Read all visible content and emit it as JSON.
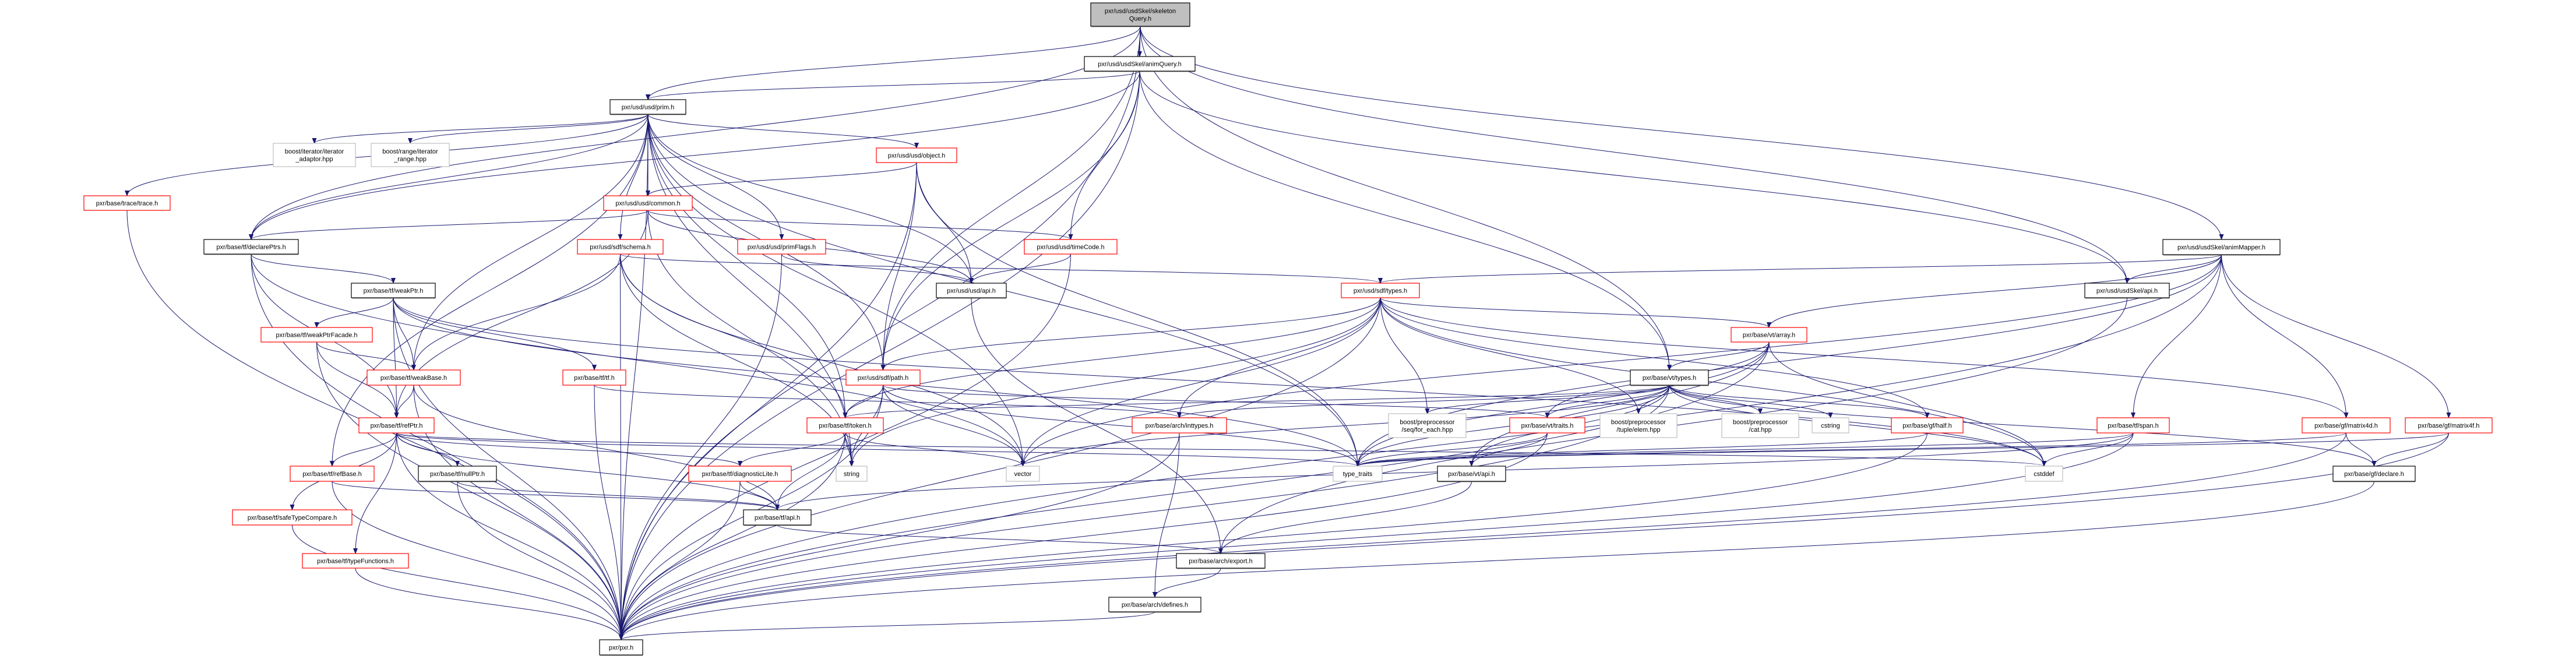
{
  "graph": {
    "title": "pxr/usd/usdSkel/skeletonQuery.h",
    "colors": {
      "edge": "#191970",
      "root_fill": "#bfbfbf",
      "documented_border": "#000000",
      "undocumented_border": "#ff0000",
      "external_border": "#bfbfbf"
    },
    "nodes": [
      {
        "id": "skeletonQuery",
        "lines": [
          "pxr/usd/usdSkel/skeleton",
          "Query.h"
        ],
        "kind": "root"
      },
      {
        "id": "animQuery",
        "lines": [
          "pxr/usd/usdSkel/animQuery.h"
        ],
        "kind": "doc"
      },
      {
        "id": "prim",
        "lines": [
          "pxr/usd/usd/prim.h"
        ],
        "kind": "doc"
      },
      {
        "id": "iterAdaptor",
        "lines": [
          "boost/iterator/iterator",
          "_adaptor.hpp"
        ],
        "kind": "ext"
      },
      {
        "id": "iterRange",
        "lines": [
          "boost/range/iterator",
          "_range.hpp"
        ],
        "kind": "ext"
      },
      {
        "id": "object",
        "lines": [
          "pxr/usd/usd/object.h"
        ],
        "kind": "red"
      },
      {
        "id": "trace",
        "lines": [
          "pxr/base/trace/trace.h"
        ],
        "kind": "red"
      },
      {
        "id": "common",
        "lines": [
          "pxr/usd/usd/common.h"
        ],
        "kind": "red"
      },
      {
        "id": "declarePtrs",
        "lines": [
          "pxr/base/tf/declarePtrs.h"
        ],
        "kind": "doc"
      },
      {
        "id": "schema",
        "lines": [
          "pxr/usd/sdf/schema.h"
        ],
        "kind": "red"
      },
      {
        "id": "primFlags",
        "lines": [
          "pxr/usd/usd/primFlags.h"
        ],
        "kind": "red"
      },
      {
        "id": "timeCode",
        "lines": [
          "pxr/usd/usd/timeCode.h"
        ],
        "kind": "red"
      },
      {
        "id": "usdApi",
        "lines": [
          "pxr/usd/usd/api.h"
        ],
        "kind": "doc"
      },
      {
        "id": "weakPtr",
        "lines": [
          "pxr/base/tf/weakPtr.h"
        ],
        "kind": "doc"
      },
      {
        "id": "sdfTypes",
        "lines": [
          "pxr/usd/sdf/types.h"
        ],
        "kind": "red"
      },
      {
        "id": "animMapper",
        "lines": [
          "pxr/usd/usdSkel/animMapper.h"
        ],
        "kind": "doc"
      },
      {
        "id": "skelApi",
        "lines": [
          "pxr/usd/usdSkel/api.h"
        ],
        "kind": "doc"
      },
      {
        "id": "weakPtrFacade",
        "lines": [
          "pxr/base/tf/weakPtrFacade.h"
        ],
        "kind": "red"
      },
      {
        "id": "vtArray",
        "lines": [
          "pxr/base/vt/array.h"
        ],
        "kind": "red"
      },
      {
        "id": "weakBase",
        "lines": [
          "pxr/base/tf/weakBase.h"
        ],
        "kind": "red"
      },
      {
        "id": "tfh",
        "lines": [
          "pxr/base/tf/tf.h"
        ],
        "kind": "red"
      },
      {
        "id": "sdfPath",
        "lines": [
          "pxr/usd/sdf/path.h"
        ],
        "kind": "red"
      },
      {
        "id": "vtTypes",
        "lines": [
          "pxr/base/vt/types.h"
        ],
        "kind": "doc"
      },
      {
        "id": "refPtr",
        "lines": [
          "pxr/base/tf/refPtr.h"
        ],
        "kind": "red"
      },
      {
        "id": "token",
        "lines": [
          "pxr/base/tf/token.h"
        ],
        "kind": "red"
      },
      {
        "id": "inttypes",
        "lines": [
          "pxr/base/arch/inttypes.h"
        ],
        "kind": "red"
      },
      {
        "id": "forEach",
        "lines": [
          "boost/preprocessor",
          "/seq/for_each.hpp"
        ],
        "kind": "ext"
      },
      {
        "id": "vtTraits",
        "lines": [
          "pxr/base/vt/traits.h"
        ],
        "kind": "red"
      },
      {
        "id": "tupleElem",
        "lines": [
          "boost/preprocessor",
          "/tuple/elem.hpp"
        ],
        "kind": "ext"
      },
      {
        "id": "catHpp",
        "lines": [
          "boost/preprocessor",
          "/cat.hpp"
        ],
        "kind": "ext"
      },
      {
        "id": "cstring",
        "lines": [
          "cstring"
        ],
        "kind": "ext"
      },
      {
        "id": "half",
        "lines": [
          "pxr/base/gf/half.h"
        ],
        "kind": "red"
      },
      {
        "id": "span",
        "lines": [
          "pxr/base/tf/span.h"
        ],
        "kind": "red"
      },
      {
        "id": "matrix4d",
        "lines": [
          "pxr/base/gf/matrix4d.h"
        ],
        "kind": "red"
      },
      {
        "id": "matrix4f",
        "lines": [
          "pxr/base/gf/matrix4f.h"
        ],
        "kind": "red"
      },
      {
        "id": "refBase",
        "lines": [
          "pxr/base/tf/refBase.h"
        ],
        "kind": "red"
      },
      {
        "id": "nullPtr",
        "lines": [
          "pxr/base/tf/nullPtr.h"
        ],
        "kind": "doc"
      },
      {
        "id": "diagnosticLite",
        "lines": [
          "pxr/base/tf/diagnosticLite.h"
        ],
        "kind": "red"
      },
      {
        "id": "string",
        "lines": [
          "string"
        ],
        "kind": "ext"
      },
      {
        "id": "vector",
        "lines": [
          "vector"
        ],
        "kind": "ext"
      },
      {
        "id": "typeTraits",
        "lines": [
          "type_traits"
        ],
        "kind": "ext"
      },
      {
        "id": "vtApi",
        "lines": [
          "pxr/base/vt/api.h"
        ],
        "kind": "doc"
      },
      {
        "id": "cstddef",
        "lines": [
          "cstddef"
        ],
        "kind": "ext"
      },
      {
        "id": "gfDeclare",
        "lines": [
          "pxr/base/gf/declare.h"
        ],
        "kind": "doc"
      },
      {
        "id": "safeTypeCompare",
        "lines": [
          "pxr/base/tf/safeTypeCompare.h"
        ],
        "kind": "red"
      },
      {
        "id": "tfApi",
        "lines": [
          "pxr/base/tf/api.h"
        ],
        "kind": "doc"
      },
      {
        "id": "typeFunctions",
        "lines": [
          "pxr/base/tf/typeFunctions.h"
        ],
        "kind": "red"
      },
      {
        "id": "export",
        "lines": [
          "pxr/base/arch/export.h"
        ],
        "kind": "doc"
      },
      {
        "id": "defines",
        "lines": [
          "pxr/base/arch/defines.h"
        ],
        "kind": "doc"
      },
      {
        "id": "pxr",
        "lines": [
          "pxr/pxr.h"
        ],
        "kind": "doc"
      }
    ],
    "edges": [
      [
        "skeletonQuery",
        "animQuery"
      ],
      [
        "skeletonQuery",
        "prim"
      ],
      [
        "skeletonQuery",
        "declarePtrs"
      ],
      [
        "skeletonQuery",
        "pxr"
      ],
      [
        "skeletonQuery",
        "vtTypes"
      ],
      [
        "skeletonQuery",
        "skelApi"
      ],
      [
        "skeletonQuery",
        "animMapper"
      ],
      [
        "skeletonQuery",
        "sdfPath"
      ],
      [
        "animQuery",
        "prim"
      ],
      [
        "animQuery",
        "declarePtrs"
      ],
      [
        "animQuery",
        "timeCode"
      ],
      [
        "animQuery",
        "skelApi"
      ],
      [
        "animQuery",
        "vtTypes"
      ],
      [
        "animQuery",
        "pxr"
      ],
      [
        "animQuery",
        "sdfPath"
      ],
      [
        "prim",
        "iterAdaptor"
      ],
      [
        "prim",
        "iterRange"
      ],
      [
        "prim",
        "object"
      ],
      [
        "prim",
        "trace"
      ],
      [
        "prim",
        "common"
      ],
      [
        "prim",
        "declarePtrs"
      ],
      [
        "prim",
        "schema"
      ],
      [
        "prim",
        "primFlags"
      ],
      [
        "prim",
        "usdApi"
      ],
      [
        "prim",
        "weakBase"
      ],
      [
        "prim",
        "sdfPath"
      ],
      [
        "prim",
        "token"
      ],
      [
        "prim",
        "refBase"
      ],
      [
        "prim",
        "string"
      ],
      [
        "prim",
        "vector"
      ],
      [
        "prim",
        "typeTraits"
      ],
      [
        "prim",
        "pxr"
      ],
      [
        "object",
        "common"
      ],
      [
        "object",
        "usdApi"
      ],
      [
        "object",
        "sdfPath"
      ],
      [
        "object",
        "typeTraits"
      ],
      [
        "object",
        "pxr"
      ],
      [
        "trace",
        "pxr"
      ],
      [
        "common",
        "declarePtrs"
      ],
      [
        "common",
        "timeCode"
      ],
      [
        "common",
        "usdApi"
      ],
      [
        "common",
        "refPtr"
      ],
      [
        "common",
        "string"
      ],
      [
        "declarePtrs",
        "weakPtr"
      ],
      [
        "declarePtrs",
        "refPtr"
      ],
      [
        "declarePtrs",
        "vector"
      ],
      [
        "declarePtrs",
        "pxr"
      ],
      [
        "schema",
        "sdfTypes"
      ],
      [
        "schema",
        "weakBase"
      ],
      [
        "schema",
        "token"
      ],
      [
        "schema",
        "string"
      ],
      [
        "schema",
        "vector"
      ],
      [
        "schema",
        "pxr"
      ],
      [
        "primFlags",
        "usdApi"
      ],
      [
        "primFlags",
        "pxr"
      ],
      [
        "timeCode",
        "usdApi"
      ],
      [
        "timeCode",
        "pxr"
      ],
      [
        "usdApi",
        "export"
      ],
      [
        "weakPtr",
        "weakPtrFacade"
      ],
      [
        "weakPtr",
        "weakBase"
      ],
      [
        "weakPtr",
        "refPtr"
      ],
      [
        "weakPtr",
        "tfh"
      ],
      [
        "weakPtr",
        "cstddef"
      ],
      [
        "weakPtr",
        "typeTraits"
      ],
      [
        "weakPtr",
        "pxr"
      ],
      [
        "weakPtrFacade",
        "weakBase"
      ],
      [
        "weakPtrFacade",
        "refPtr"
      ],
      [
        "weakPtrFacade",
        "pxr"
      ],
      [
        "weakBase",
        "refPtr"
      ],
      [
        "weakBase",
        "tfApi"
      ],
      [
        "weakBase",
        "pxr"
      ],
      [
        "tfh",
        "inttypes"
      ],
      [
        "tfh",
        "pxr"
      ],
      [
        "sdfTypes",
        "vtArray"
      ],
      [
        "sdfTypes",
        "sdfPath"
      ],
      [
        "sdfTypes",
        "token"
      ],
      [
        "sdfTypes",
        "inttypes"
      ],
      [
        "sdfTypes",
        "forEach"
      ],
      [
        "sdfTypes",
        "tupleElem"
      ],
      [
        "sdfTypes",
        "half"
      ],
      [
        "sdfTypes",
        "matrix4d"
      ],
      [
        "sdfTypes",
        "string"
      ],
      [
        "sdfTypes",
        "vector"
      ],
      [
        "sdfTypes",
        "cstddef"
      ],
      [
        "sdfTypes",
        "pxr"
      ],
      [
        "animMapper",
        "skelApi"
      ],
      [
        "animMapper",
        "sdfTypes"
      ],
      [
        "animMapper",
        "vtArray"
      ],
      [
        "animMapper",
        "span"
      ],
      [
        "animMapper",
        "matrix4d"
      ],
      [
        "animMapper",
        "matrix4f"
      ],
      [
        "animMapper",
        "vector"
      ],
      [
        "animMapper",
        "typeTraits"
      ],
      [
        "animMapper",
        "pxr"
      ],
      [
        "skelApi",
        "export"
      ],
      [
        "vtArray",
        "vtTypes"
      ],
      [
        "vtArray",
        "vtTraits"
      ],
      [
        "vtArray",
        "vtApi"
      ],
      [
        "vtArray",
        "cstddef"
      ],
      [
        "vtArray",
        "typeTraits"
      ],
      [
        "vtArray",
        "pxr"
      ],
      [
        "sdfPath",
        "token"
      ],
      [
        "sdfPath",
        "vtTraits"
      ],
      [
        "sdfPath",
        "string"
      ],
      [
        "sdfPath",
        "vector"
      ],
      [
        "sdfPath",
        "typeTraits"
      ],
      [
        "sdfPath",
        "pxr"
      ],
      [
        "vtTypes",
        "token"
      ],
      [
        "vtTypes",
        "inttypes"
      ],
      [
        "vtTypes",
        "forEach"
      ],
      [
        "vtTypes",
        "vtTraits"
      ],
      [
        "vtTypes",
        "tupleElem"
      ],
      [
        "vtTypes",
        "catHpp"
      ],
      [
        "vtTypes",
        "cstring"
      ],
      [
        "vtTypes",
        "half"
      ],
      [
        "vtTypes",
        "gfDeclare"
      ],
      [
        "vtTypes",
        "vtApi"
      ],
      [
        "vtTypes",
        "cstddef"
      ],
      [
        "vtTypes",
        "typeTraits"
      ],
      [
        "vtTypes",
        "vector"
      ],
      [
        "vtTypes",
        "pxr"
      ],
      [
        "refPtr",
        "refBase"
      ],
      [
        "refPtr",
        "nullPtr"
      ],
      [
        "refPtr",
        "diagnosticLite"
      ],
      [
        "refPtr",
        "safeTypeCompare"
      ],
      [
        "refPtr",
        "typeFunctions"
      ],
      [
        "refPtr",
        "tfApi"
      ],
      [
        "refPtr",
        "typeTraits"
      ],
      [
        "refPtr",
        "cstddef"
      ],
      [
        "refPtr",
        "pxr"
      ],
      [
        "token",
        "diagnosticLite"
      ],
      [
        "token",
        "string"
      ],
      [
        "token",
        "vector"
      ],
      [
        "token",
        "tfApi"
      ],
      [
        "token",
        "pxr"
      ],
      [
        "inttypes",
        "defines"
      ],
      [
        "inttypes",
        "pxr"
      ],
      [
        "vtTraits",
        "vtApi"
      ],
      [
        "vtTraits",
        "typeTraits"
      ],
      [
        "vtTraits",
        "pxr"
      ],
      [
        "half",
        "typeTraits"
      ],
      [
        "half",
        "pxr"
      ],
      [
        "span",
        "cstddef"
      ],
      [
        "span",
        "typeTraits"
      ],
      [
        "span",
        "tfApi"
      ],
      [
        "span",
        "pxr"
      ],
      [
        "matrix4d",
        "gfDeclare"
      ],
      [
        "matrix4d",
        "typeTraits"
      ],
      [
        "matrix4d",
        "pxr"
      ],
      [
        "matrix4f",
        "gfDeclare"
      ],
      [
        "matrix4f",
        "typeTraits"
      ],
      [
        "matrix4f",
        "pxr"
      ],
      [
        "refBase",
        "tfApi"
      ],
      [
        "refBase",
        "pxr"
      ],
      [
        "nullPtr",
        "tfApi"
      ],
      [
        "nullPtr",
        "pxr"
      ],
      [
        "diagnosticLite",
        "tfApi"
      ],
      [
        "diagnosticLite",
        "pxr"
      ],
      [
        "vtApi",
        "export"
      ],
      [
        "gfDeclare",
        "pxr"
      ],
      [
        "safeTypeCompare",
        "pxr"
      ],
      [
        "tfApi",
        "export"
      ],
      [
        "typeFunctions",
        "pxr"
      ],
      [
        "export",
        "defines"
      ],
      [
        "defines",
        "pxr"
      ]
    ]
  }
}
